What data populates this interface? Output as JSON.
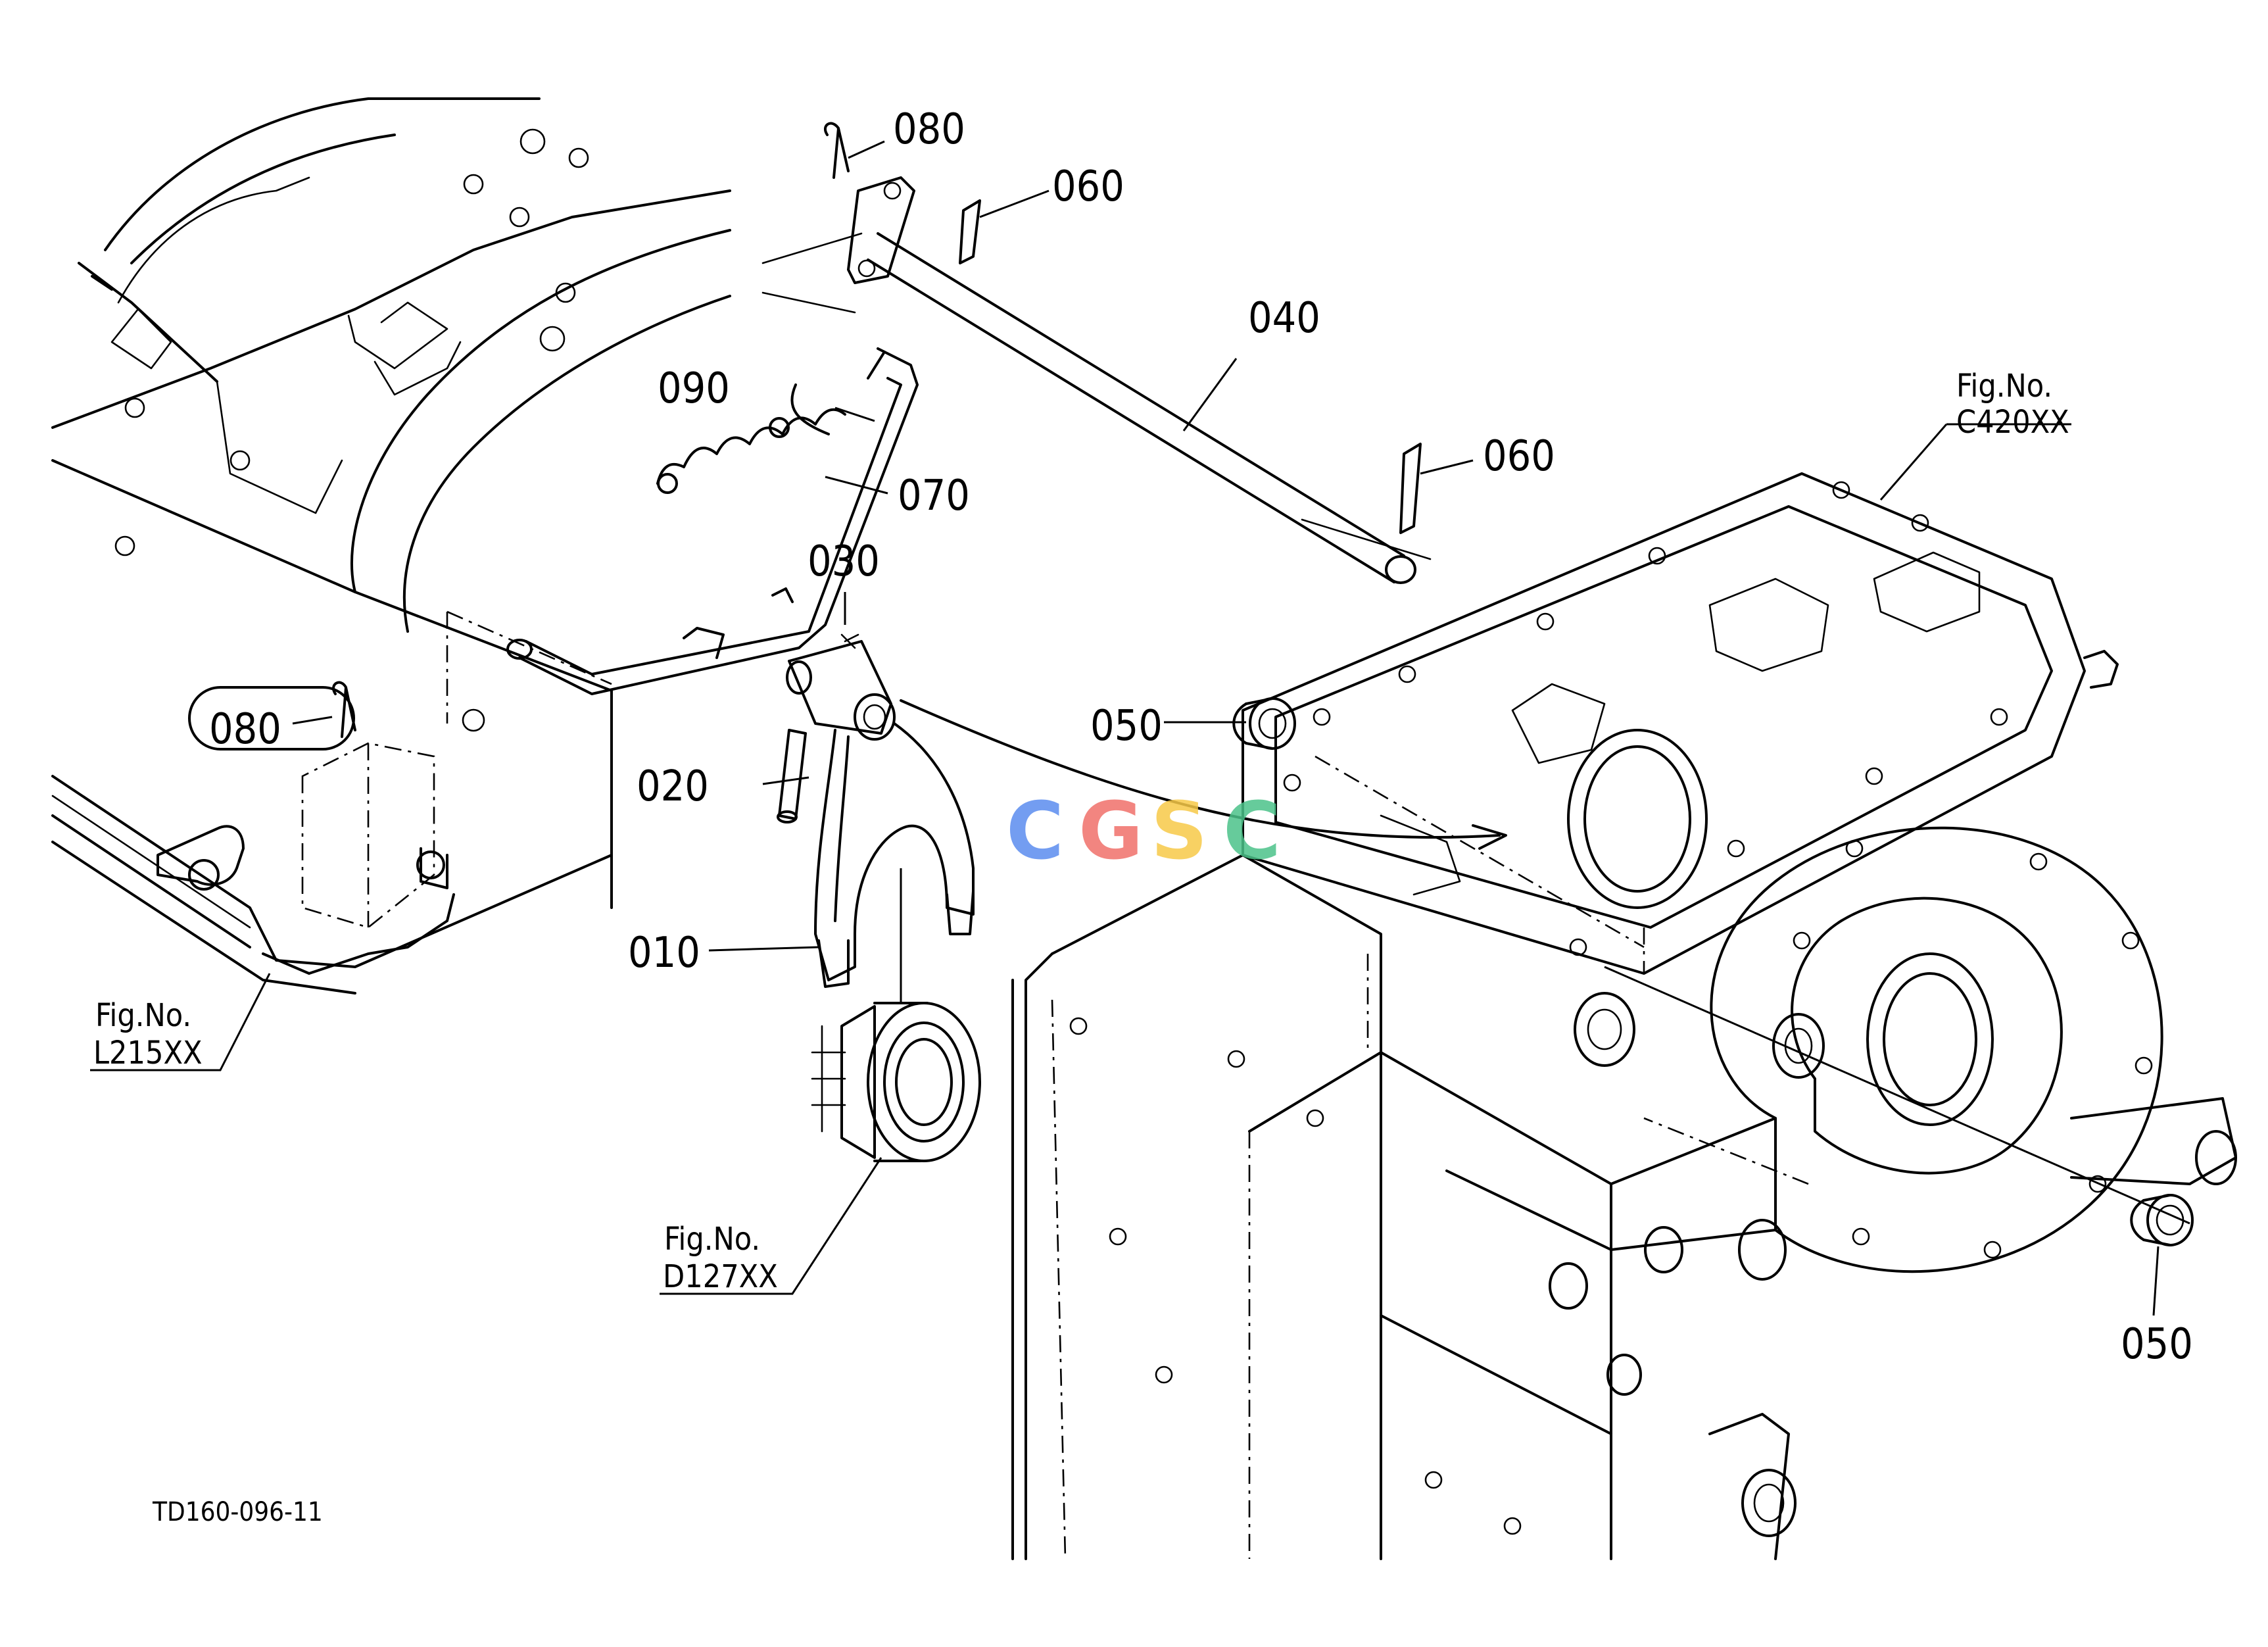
{
  "document": {
    "drawing_code": "TD160-096-11"
  },
  "parts": [
    {
      "key": "p080_top",
      "number": "080"
    },
    {
      "key": "p060_top",
      "number": "060"
    },
    {
      "key": "p040",
      "number": "040"
    },
    {
      "key": "p090",
      "number": "090"
    },
    {
      "key": "p070",
      "number": "070"
    },
    {
      "key": "p060_right",
      "number": "060"
    },
    {
      "key": "p030",
      "number": "030"
    },
    {
      "key": "p080_left",
      "number": "080"
    },
    {
      "key": "p050_mid",
      "number": "050"
    },
    {
      "key": "p020",
      "number": "020"
    },
    {
      "key": "p010",
      "number": "010"
    },
    {
      "key": "p050_right",
      "number": "050"
    }
  ],
  "figure_refs": [
    {
      "key": "c420",
      "prefix": "Fig.No.",
      "code": "C420XX"
    },
    {
      "key": "l215",
      "prefix": "Fig.No.",
      "code": "L215XX"
    },
    {
      "key": "d127",
      "prefix": "Fig.No.",
      "code": "D127XX"
    }
  ],
  "watermark": {
    "text": "CGSC",
    "colors": [
      "#5b8def",
      "#f0706a",
      "#f7c948",
      "#4cc38a"
    ]
  }
}
